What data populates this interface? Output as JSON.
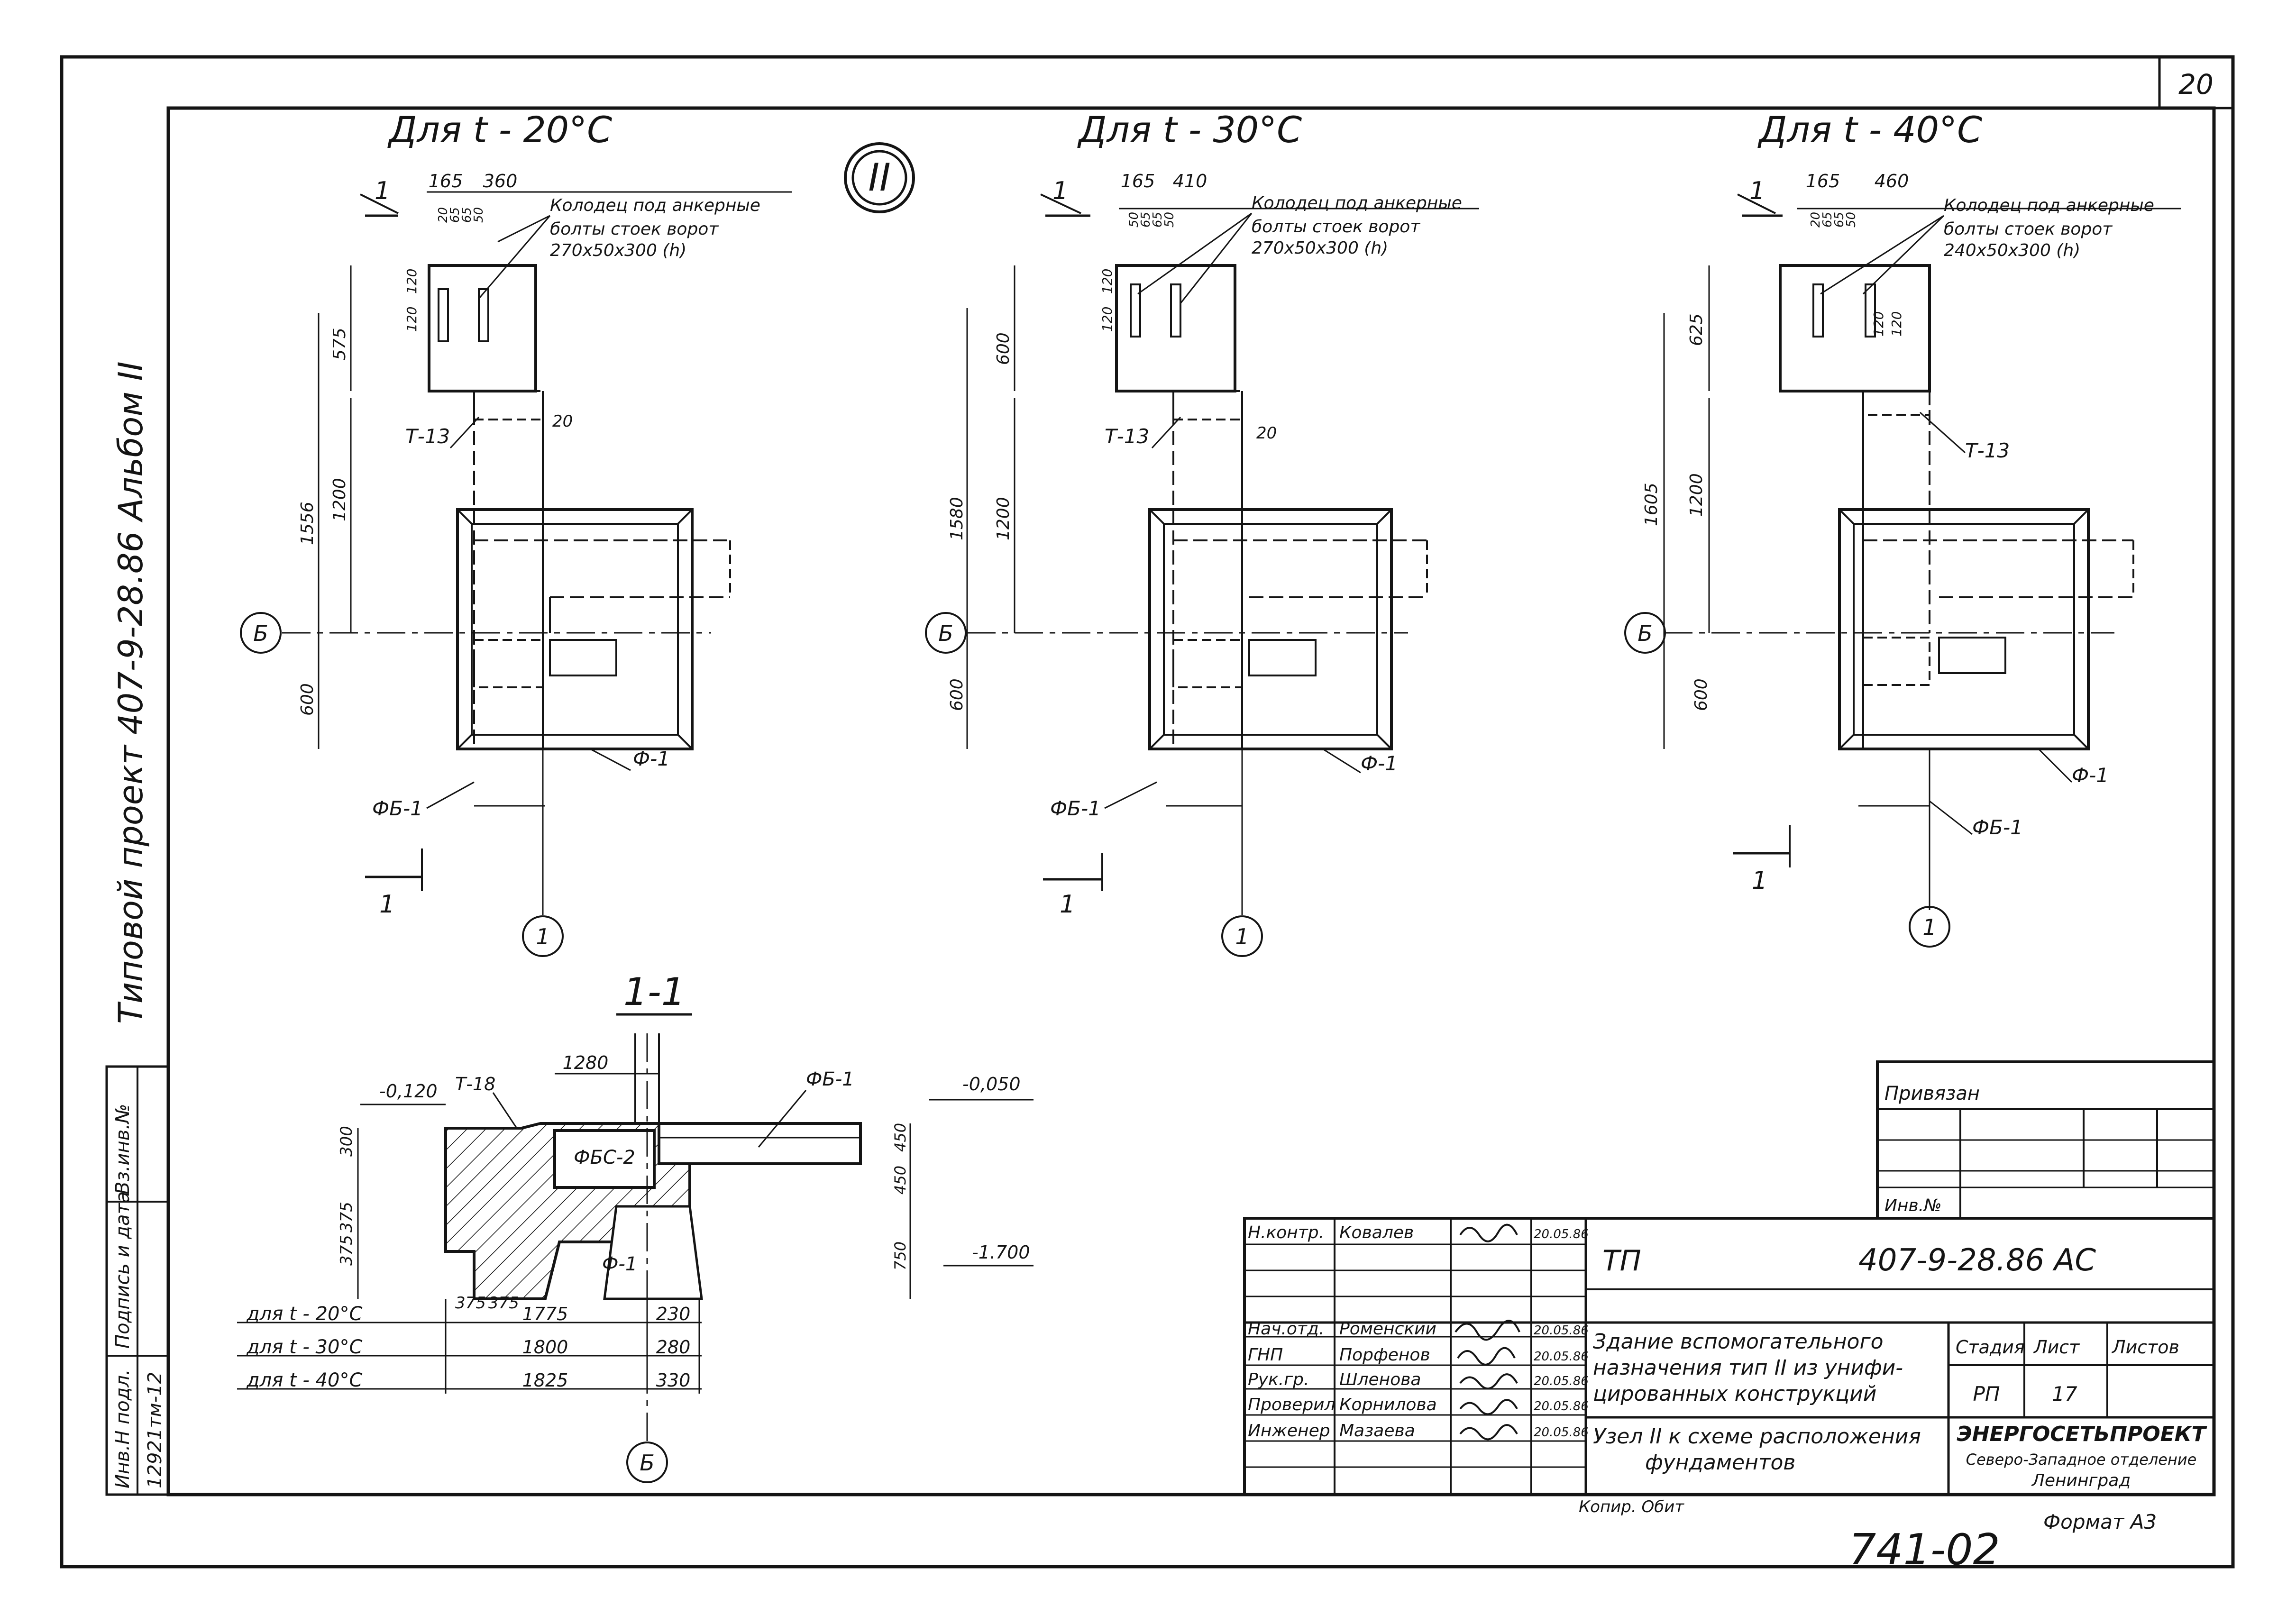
{
  "sheet": {
    "sheet_number": "20",
    "format": "Формат А3",
    "copied": "Копир. Обит",
    "handwritten_code": "741-02"
  },
  "left_margin": {
    "project": "Типовой проект 407-9-28.86   Альбом II",
    "labels": [
      "Инв.Н подл.",
      "Подпись и дата",
      "Вз.инв.№"
    ],
    "inv_value": "12921тм-12"
  },
  "roman_mark": "II",
  "plans": [
    {
      "title": "Для t - 20°C",
      "dims_top": [
        "165",
        "360"
      ],
      "small_dims": [
        "20",
        "65",
        "65",
        "50"
      ],
      "well_dims": [
        "120",
        "120"
      ],
      "anchor_note": [
        "Колодец под анкерные",
        "болты стоек ворот",
        "270х50х300 (h)"
      ],
      "side_dims": [
        "575",
        "1556",
        "1200",
        "600"
      ],
      "gap": "20",
      "tags": {
        "tie": "Т-13",
        "foundation": "Ф-1",
        "block": "ФБ-1",
        "axis_letter": "Б",
        "axis_number": "1",
        "section": "1"
      }
    },
    {
      "title": "Для t - 30°C",
      "dims_top": [
        "165",
        "410"
      ],
      "small_dims": [
        "50",
        "65",
        "65",
        "50"
      ],
      "well_dims": [
        "120",
        "120"
      ],
      "anchor_note": [
        "Колодец под анкерные",
        "болты стоек ворот",
        "270х50х300 (h)"
      ],
      "side_dims": [
        "600",
        "1580",
        "1200",
        "600"
      ],
      "gap": "20",
      "tags": {
        "tie": "Т-13",
        "foundation": "Ф-1",
        "block": "ФБ-1",
        "axis_letter": "Б",
        "axis_number": "1",
        "section": "1"
      }
    },
    {
      "title": "Для t - 40°C",
      "dims_top": [
        "165",
        "460"
      ],
      "small_dims": [
        "20",
        "65",
        "65",
        "50"
      ],
      "well_dims": [
        "120",
        "120"
      ],
      "anchor_note": [
        "Колодец под анкерные",
        "болты стоек ворот",
        "240х50х300 (h)"
      ],
      "side_dims": [
        "625",
        "1605",
        "1200",
        "600"
      ],
      "gap": "",
      "tags": {
        "tie": "Т-13",
        "foundation": "Ф-1",
        "block": "ФБ-1",
        "axis_letter": "Б",
        "axis_number": "1",
        "section": "1"
      }
    }
  ],
  "section": {
    "title": "1-1",
    "top_dim": "1280",
    "tie": "Т-18",
    "block2": "ФБС-2",
    "block1": "ФБ-1",
    "foundation": "Ф-1",
    "levels": [
      "-0,120",
      "-0,050",
      "-1.700"
    ],
    "left_dims": [
      "300",
      "375",
      "375"
    ],
    "right_dims": [
      "450",
      "450",
      "750"
    ],
    "bottom_small": [
      "375",
      "375"
    ],
    "axis_letter": "Б",
    "rows": [
      {
        "label": "для t - 20°C",
        "mid": "1775",
        "right": "230"
      },
      {
        "label": "для t - 30°C",
        "mid": "1800",
        "right": "280"
      },
      {
        "label": "для t - 40°C",
        "mid": "1825",
        "right": "330"
      }
    ]
  },
  "binding": {
    "title": "Привязан",
    "inv": "Инв.№"
  },
  "title_block": {
    "signers": [
      {
        "role": "Н.контр.",
        "name": "Ковалев",
        "date": "20.05.86"
      },
      {
        "role": "",
        "name": "",
        "date": ""
      },
      {
        "role": "",
        "name": "",
        "date": ""
      },
      {
        "role": "",
        "name": "",
        "date": ""
      },
      {
        "role": "Нач.отд.",
        "name": "Роменский",
        "date": "20.05.86"
      },
      {
        "role": "ГНП",
        "name": "Порфенов",
        "date": "20.05.86"
      },
      {
        "role": "Рук.гр.",
        "name": "Шленова",
        "date": "20.05.86"
      },
      {
        "role": "Проверил",
        "name": "Корнилова",
        "date": "20.05.86"
      },
      {
        "role": "Инженер",
        "name": "Мазаева",
        "date": "20.05.86"
      }
    ],
    "tp": "ТП",
    "code": "407-9-28.86  АС",
    "object_lines": [
      "Здание вспомогательного",
      "назначения тип II из унифи-",
      "цированных конструкций"
    ],
    "drawing_lines": [
      "Узел II к схеме расположения",
      "фундаментов"
    ],
    "stage_header": "Стадия",
    "sheet_header": "Лист",
    "sheets_header": "Листов",
    "stage": "РП",
    "sheet": "17",
    "sheets": "",
    "org_lines": [
      "ЭНЕРГОСЕТЬПРОЕКТ",
      "Северо-Западное отделение",
      "Ленинград"
    ]
  }
}
